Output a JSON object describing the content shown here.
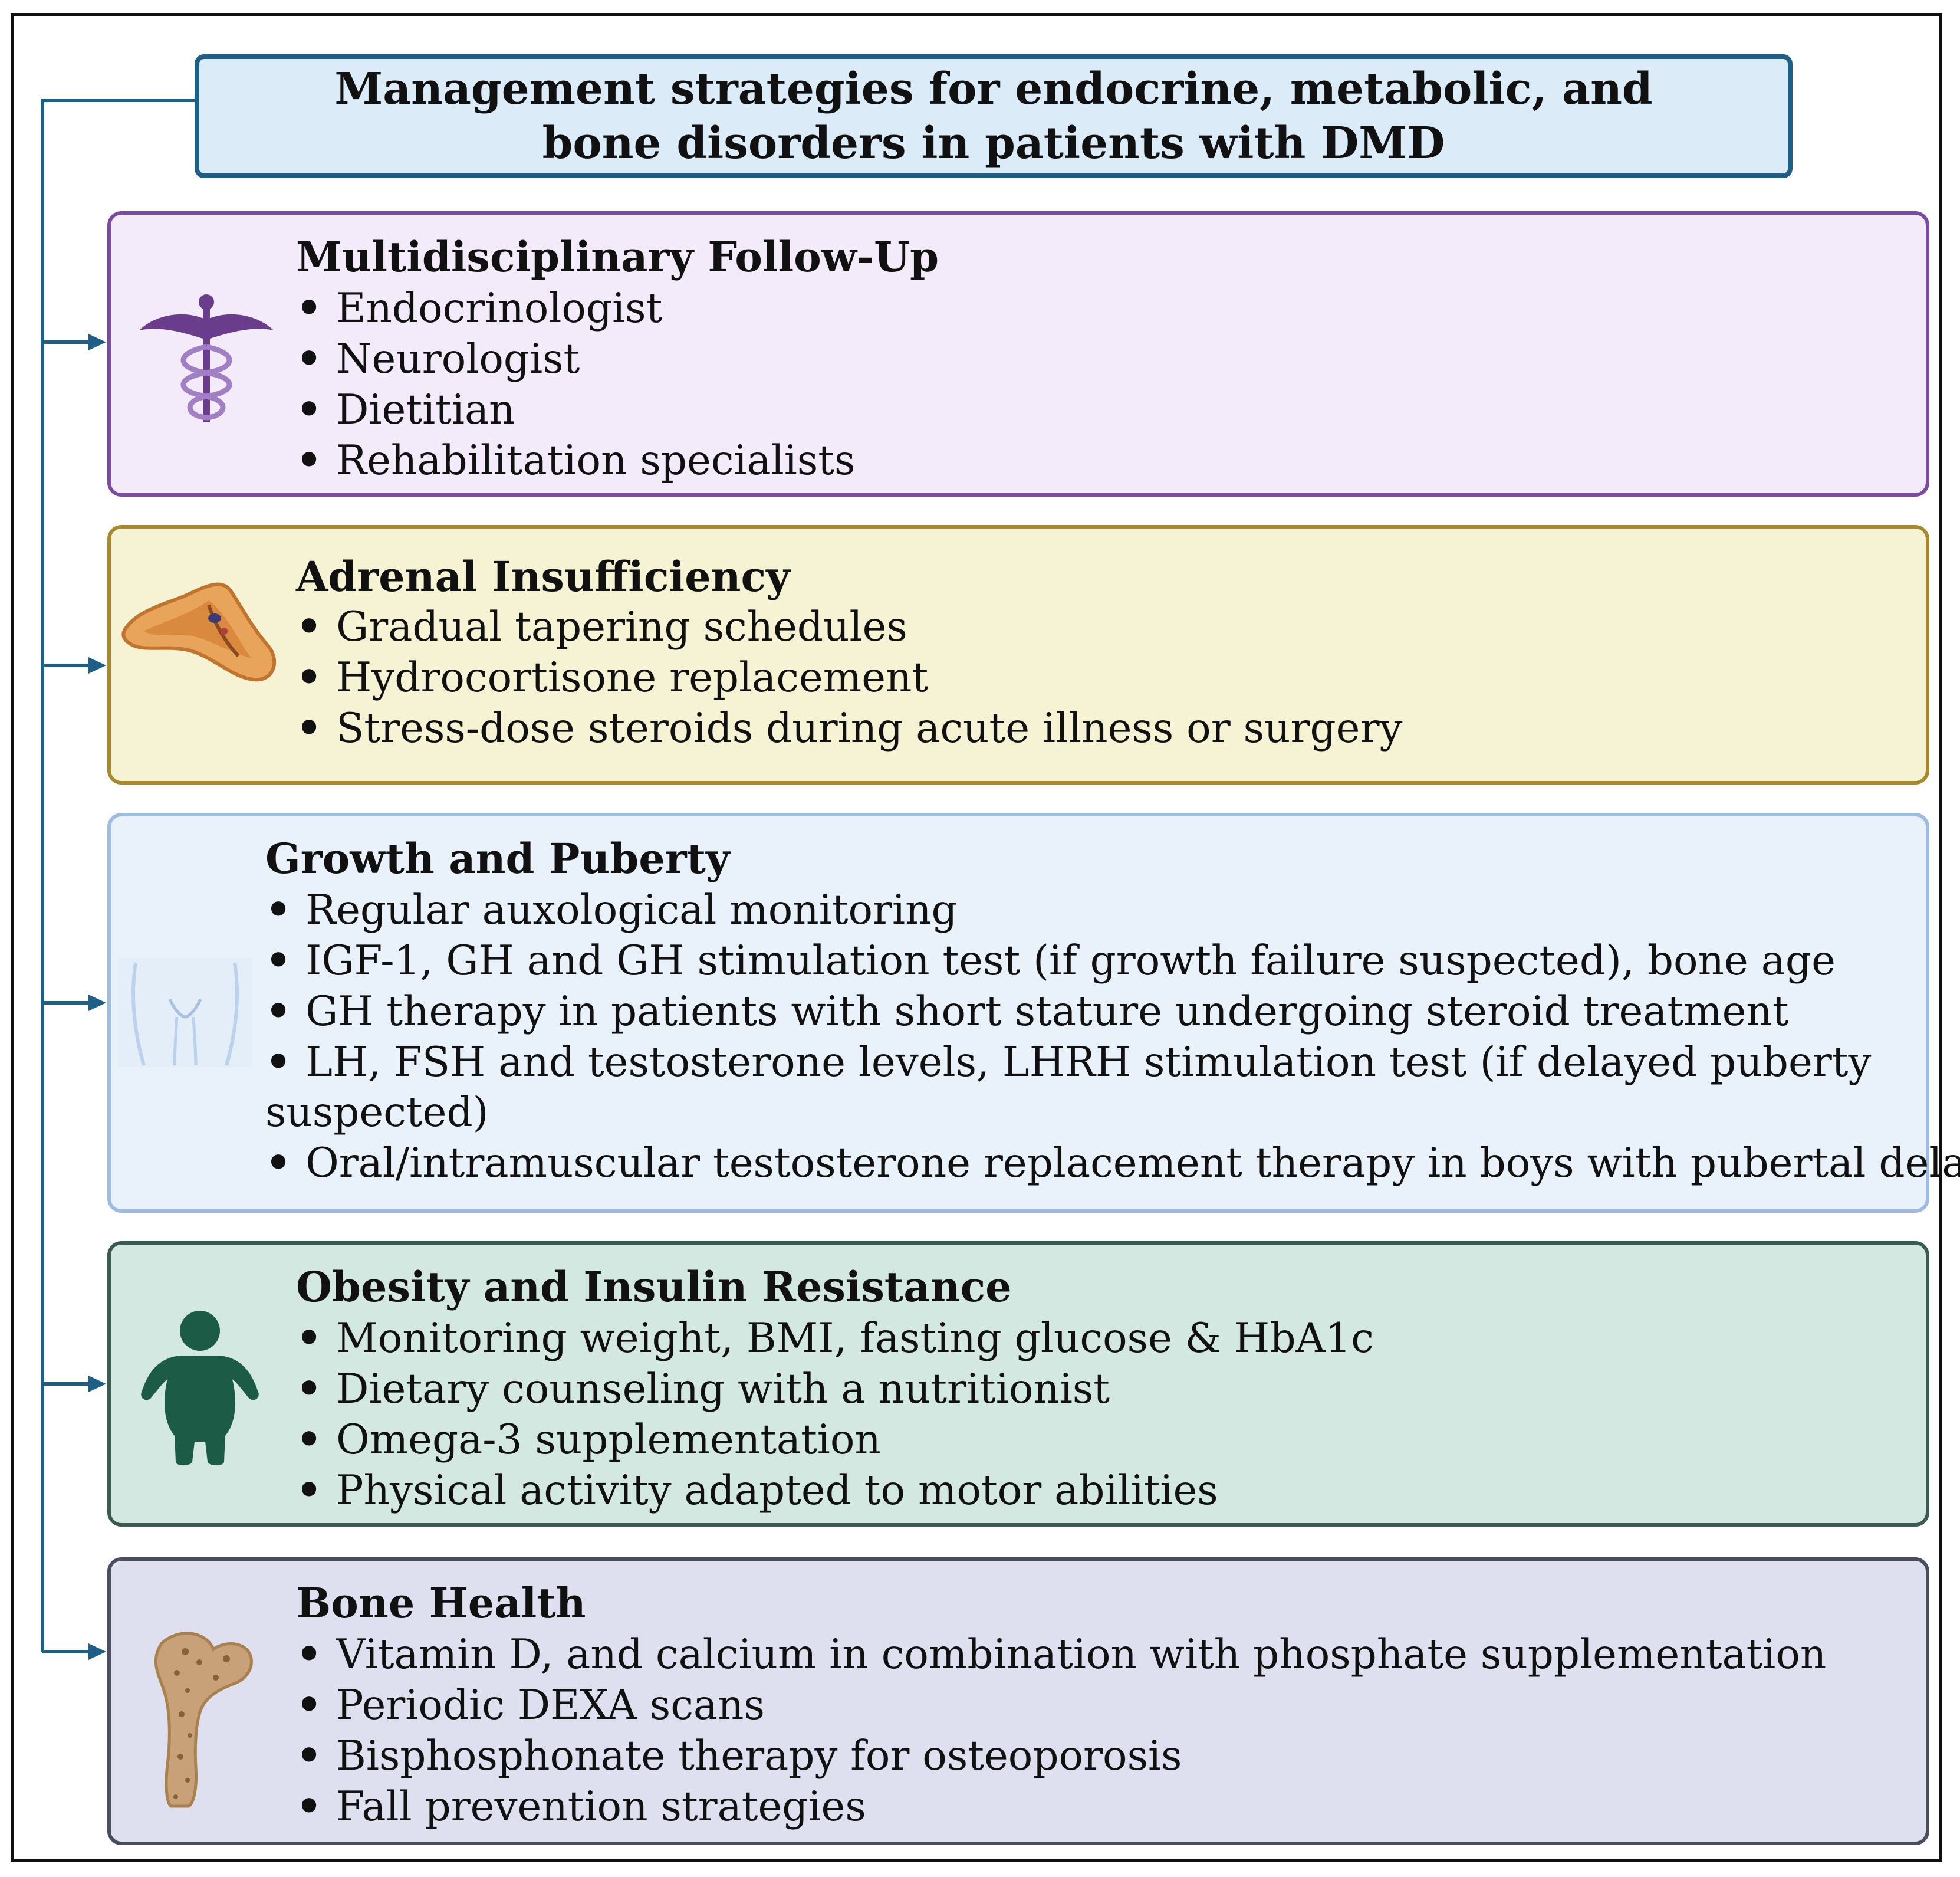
{
  "title": "Management strategies for endocrine, metabolic, and bone disorders in patients with DMD",
  "colors": {
    "connector": "#1d5f86",
    "title_bg": "#dcebf8",
    "panel_follow_up": "#f3eafa",
    "panel_adrenal": "#f6f2d4",
    "panel_growth": "#e9f1fb",
    "panel_obesity": "#d4e8e2",
    "panel_bone": "#dee0ef"
  },
  "sections": [
    {
      "heading": "Multidisciplinary Follow-Up",
      "icon": "caduceus-icon",
      "items": [
        "Endocrinologist",
        "Neurologist",
        "Dietitian",
        "Rehabilitation specialists"
      ]
    },
    {
      "heading": "Adrenal Insufficiency",
      "icon": "adrenal-gland-icon",
      "items": [
        "Gradual tapering schedules",
        "Hydrocortisone replacement",
        "Stress-dose steroids during acute illness or surgery"
      ]
    },
    {
      "heading": "Growth and Puberty",
      "icon": "pelvis-icon",
      "items": [
        "Regular auxological monitoring",
        "IGF-1, GH and GH stimulation test (if growth failure suspected), bone age",
        "GH therapy in patients with short stature undergoing steroid treatment",
        "LH, FSH and testosterone levels, LHRH stimulation test (if delayed puberty suspected)",
        "Oral/intramuscular testosterone replacement therapy in boys with pubertal delay"
      ]
    },
    {
      "heading": "Obesity and Insulin Resistance",
      "icon": "obese-person-icon",
      "items": [
        "Monitoring weight, BMI, fasting glucose & HbA1c",
        "Dietary counseling with a nutritionist",
        "Omega-3 supplementation",
        "Physical activity adapted to motor abilities"
      ]
    },
    {
      "heading": "Bone Health",
      "icon": "femur-bone-icon",
      "items": [
        "Vitamin D, and calcium in combination with phosphate supplementation",
        "Periodic DEXA scans",
        "Bisphosphonate therapy for osteoporosis",
        "Fall prevention strategies"
      ]
    }
  ]
}
